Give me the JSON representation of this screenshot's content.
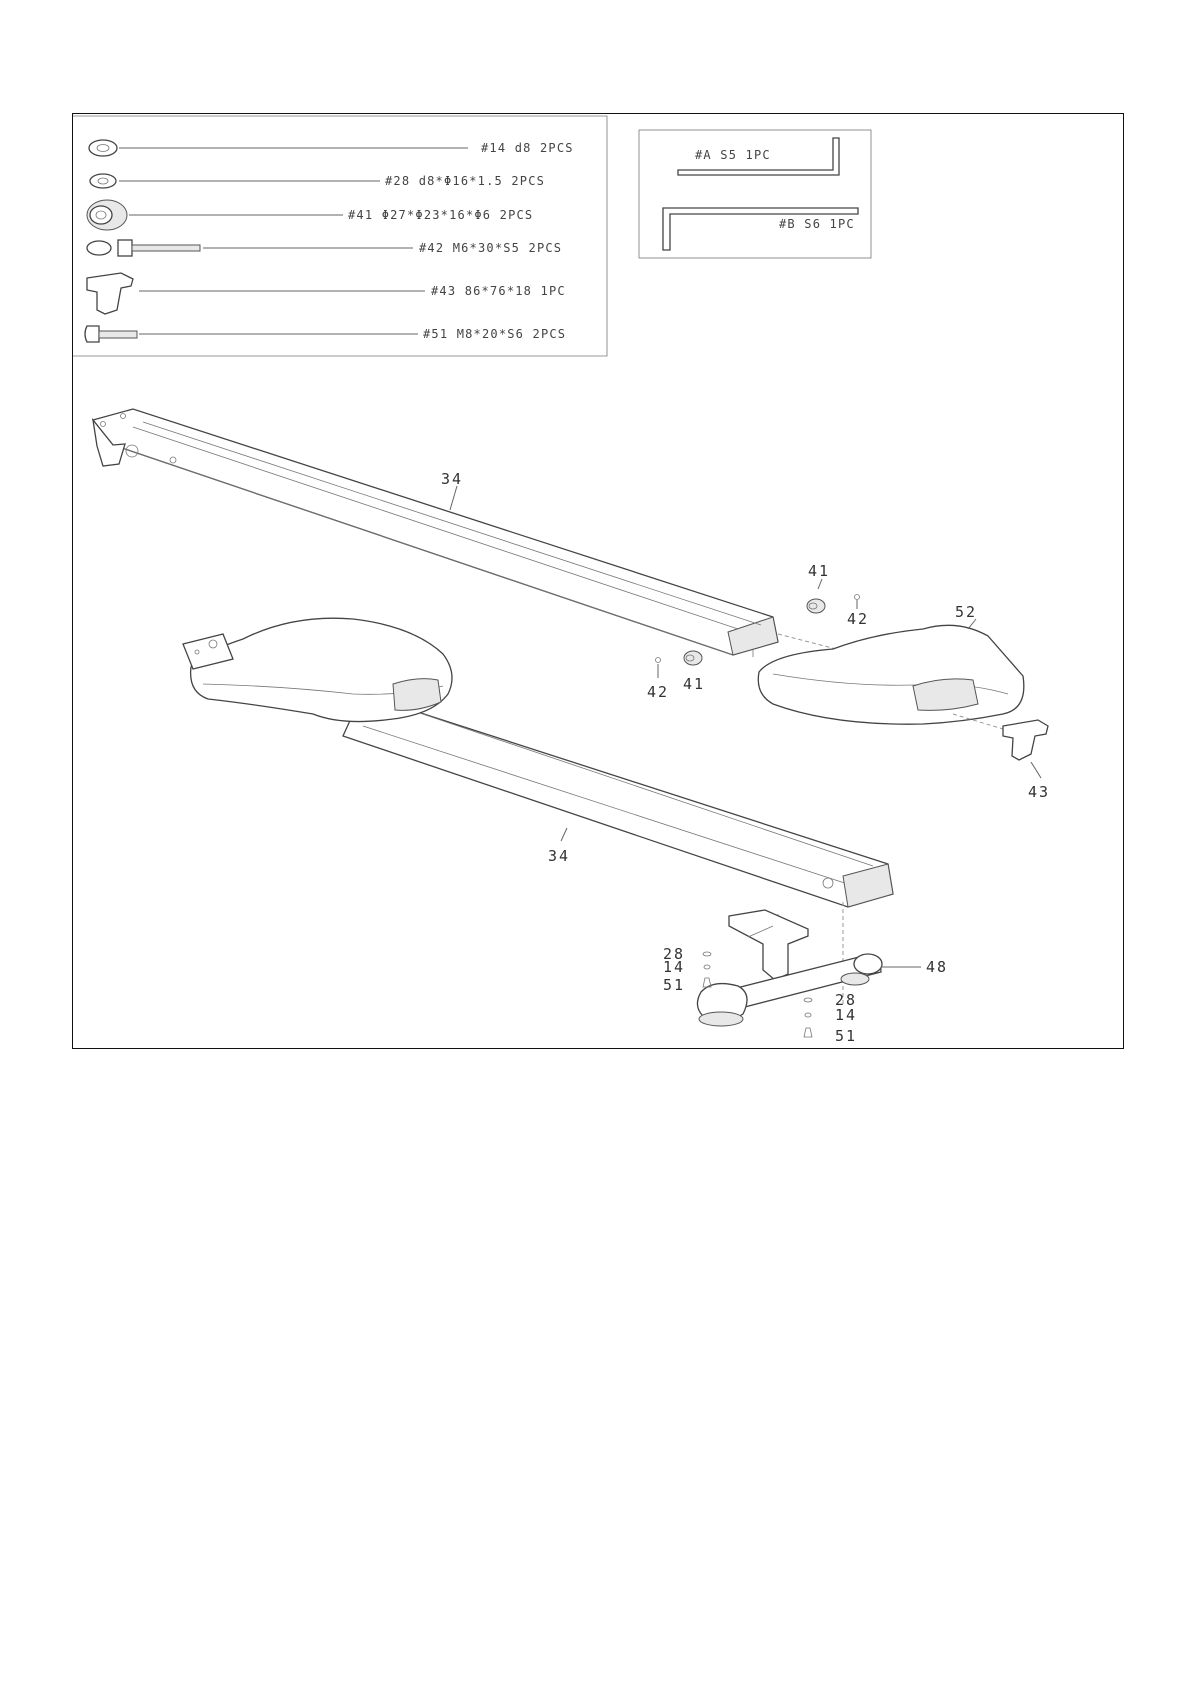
{
  "hardware_list": [
    {
      "text": "#14 d8 2PCS"
    },
    {
      "text": "#28 d8*Φ16*1.5 2PCS"
    },
    {
      "text": "#41 Φ27*Φ23*16*Φ6 2PCS"
    },
    {
      "text": "#42 M6*30*S5 2PCS"
    },
    {
      "text": "#43 86*76*18 1PC"
    },
    {
      "text": "#51 M8*20*S6 2PCS"
    }
  ],
  "tools": [
    {
      "text": "#A S5 1PC"
    },
    {
      "text": "#B S6 1PC"
    }
  ],
  "callouts": {
    "rail_upper": "34",
    "rail_lower": "34",
    "end_cap_upper": "41",
    "bolt_upper": "42",
    "end_cap_lower": "41",
    "bolt_lower": "42",
    "seat_right": "52",
    "stopper": "43",
    "foot_washer_left": "28",
    "foot_washer_left_2": "14",
    "foot_bolt_left": "51",
    "rear_stabilizer": "48",
    "foot_washer_right": "28",
    "foot_washer_right_2": "14",
    "foot_bolt_right": "51"
  }
}
